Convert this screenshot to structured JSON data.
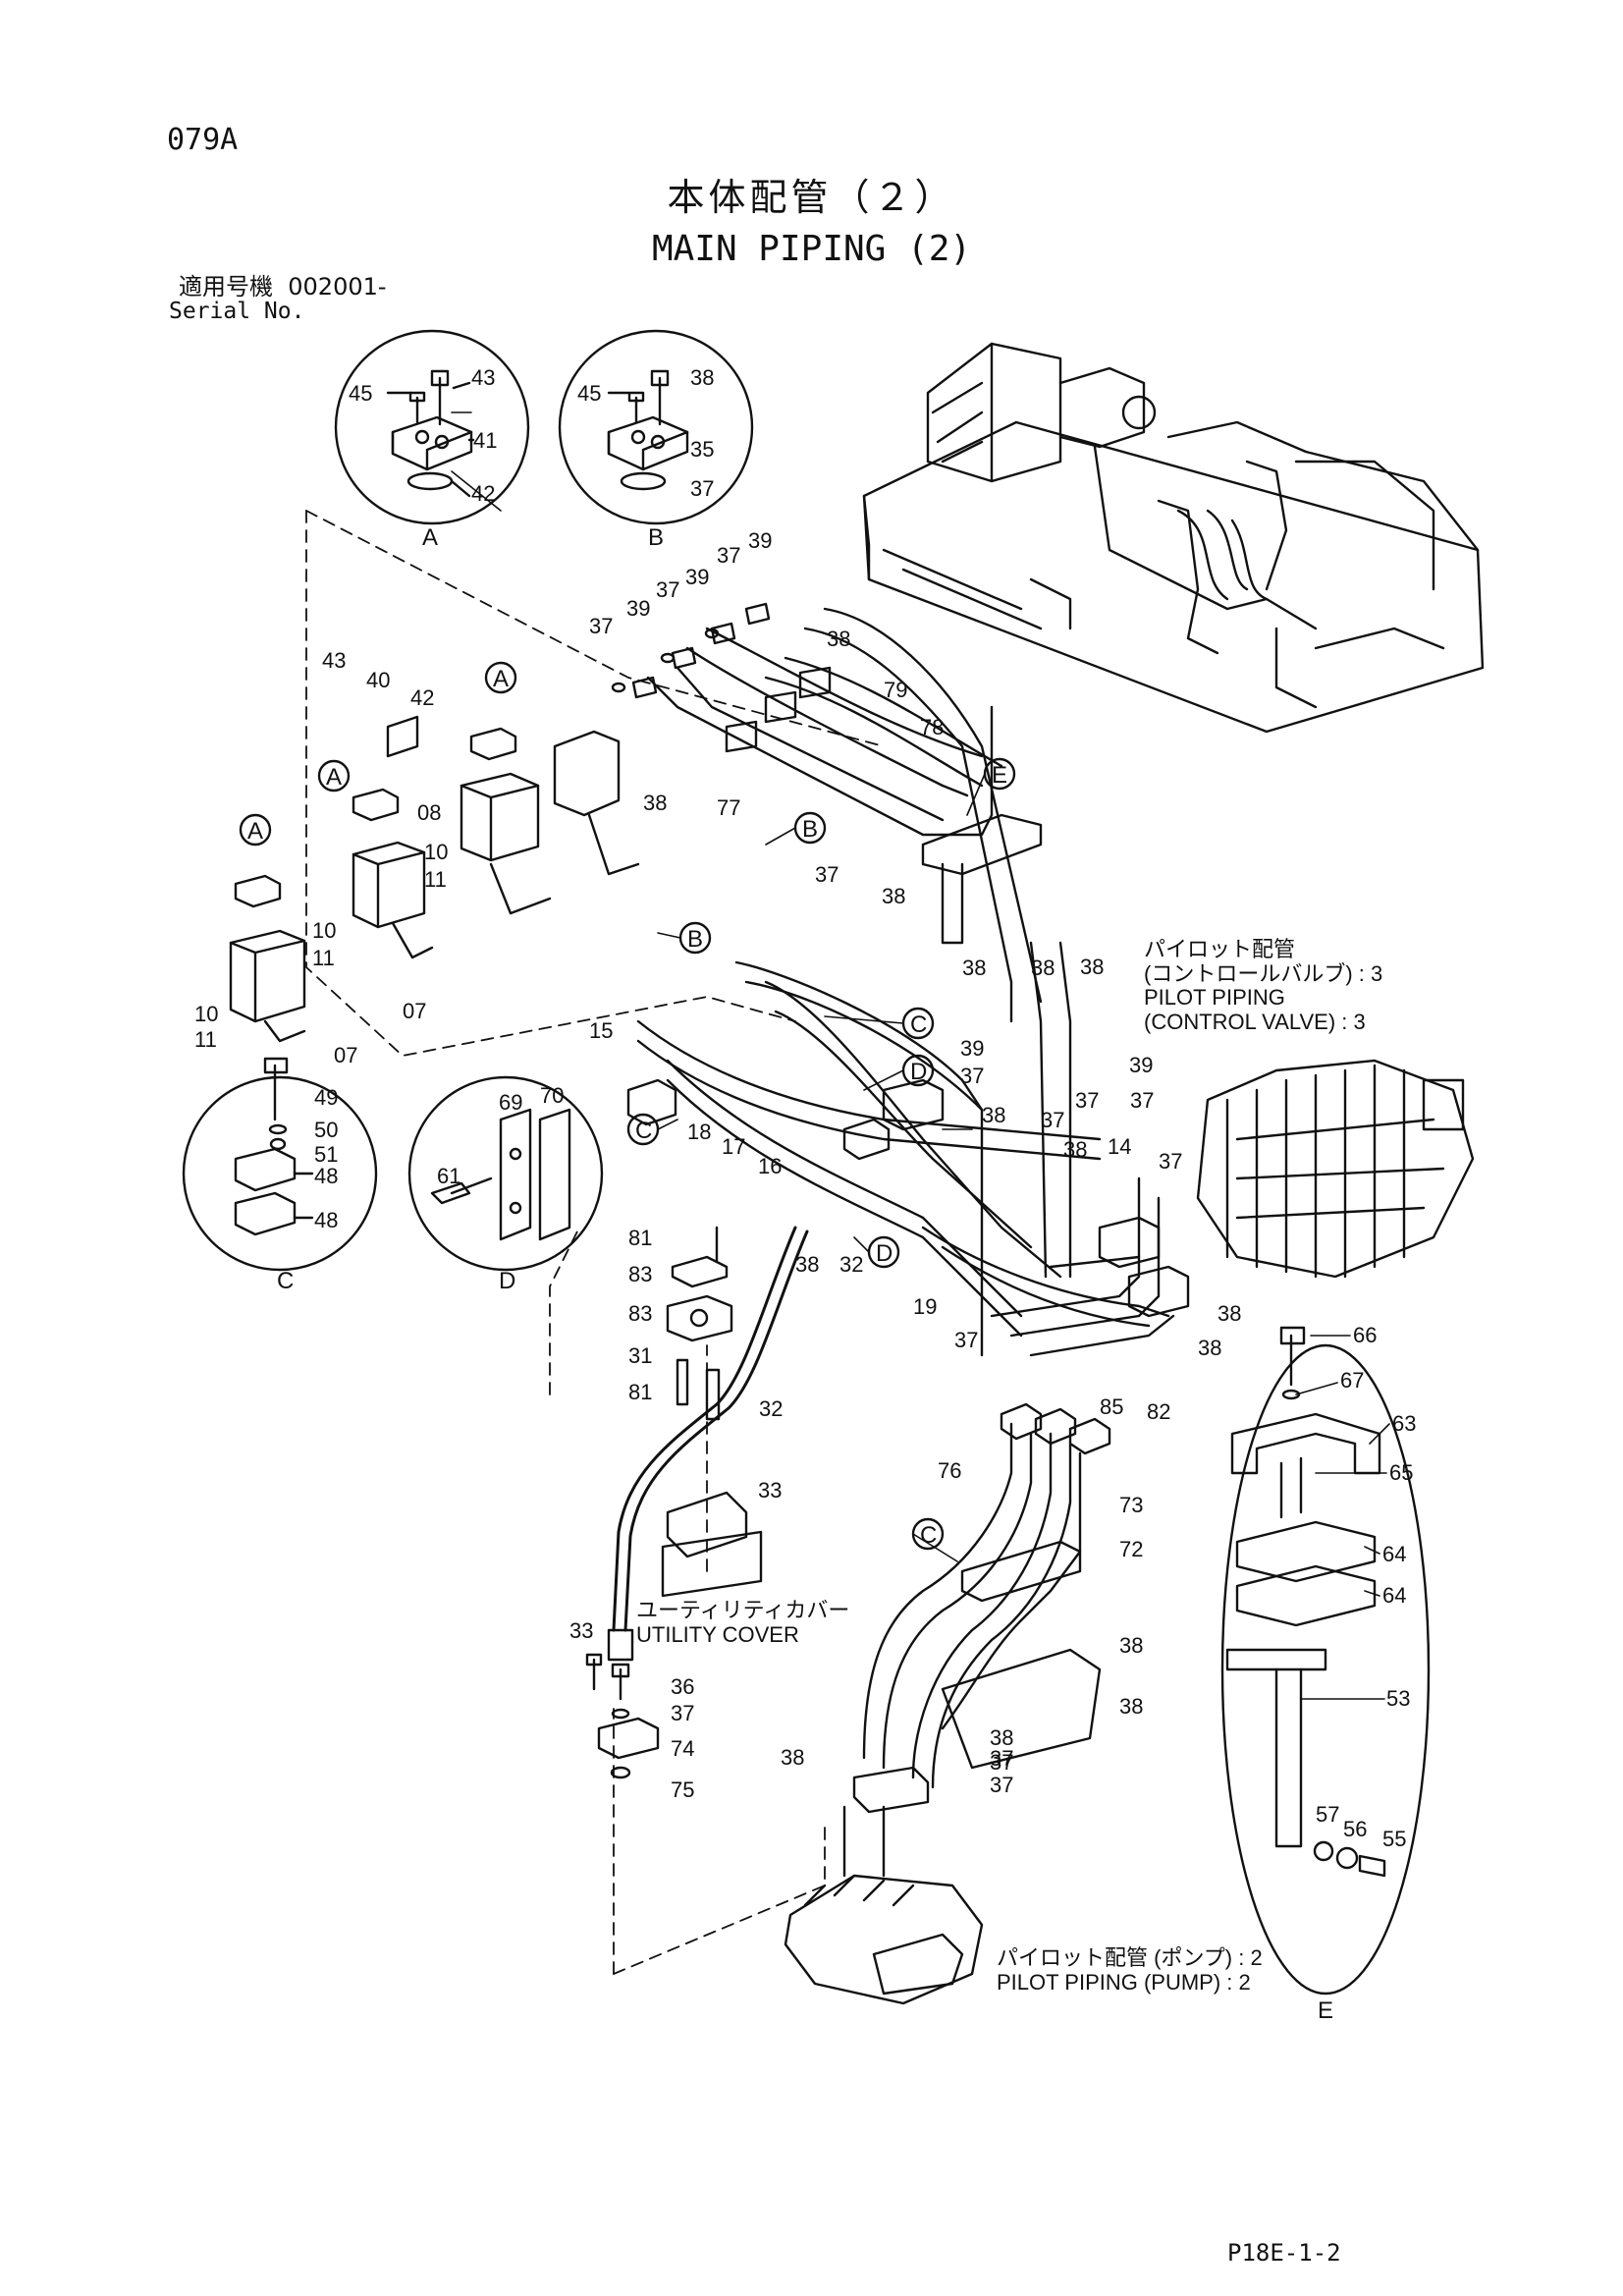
{
  "page": {
    "code": "079A",
    "title_jp": "本体配管（２）",
    "title_en": "MAIN PIPING (2)",
    "serial_label_jp": "適用号機",
    "serial_value": "002001-",
    "serial_label_en": "Serial No.",
    "footer_code": "P18E-1-2"
  },
  "labels": {
    "pilot_cv_jp": "パイロット配管",
    "pilot_cv_jp_sub": "(コントロールバルブ) : 3",
    "pilot_cv_en": "PILOT PIPING",
    "pilot_cv_en_sub": "(CONTROL VALVE) : 3",
    "utility_jp": "ユーティリティカバー",
    "utility_en": "UTILITY COVER",
    "pilot_pump_jp": "パイロット配管 (ポンプ) : 2",
    "pilot_pump_en": "PILOT PIPING (PUMP) : 2"
  },
  "details": {
    "A": {
      "letter": "A",
      "parts": [
        "45",
        "43",
        "41",
        "42"
      ]
    },
    "B": {
      "letter": "B",
      "parts": [
        "45",
        "38",
        "35",
        "37"
      ]
    },
    "C": {
      "letter": "C",
      "parts": [
        "49",
        "50",
        "51",
        "48",
        "48"
      ]
    },
    "D": {
      "letter": "D",
      "parts": [
        "69",
        "70",
        "61"
      ]
    },
    "E": {
      "letter": "E",
      "parts": [
        "66",
        "67",
        "63",
        "65",
        "64",
        "64",
        "53",
        "57",
        "56",
        "55"
      ]
    }
  },
  "callout_letters": [
    "A",
    "A",
    "A",
    "B",
    "B",
    "C",
    "C",
    "C",
    "D",
    "D",
    "E"
  ],
  "reference_numbers": [
    "37",
    "39",
    "37",
    "39",
    "37",
    "39",
    "38",
    "79",
    "78",
    "38",
    "77",
    "43",
    "40",
    "42",
    "08",
    "10",
    "11",
    "10",
    "11",
    "07",
    "10",
    "11",
    "07",
    "37",
    "38",
    "38",
    "38",
    "38",
    "39",
    "37",
    "37",
    "39",
    "37",
    "37",
    "15",
    "18",
    "17",
    "16",
    "38",
    "38",
    "14",
    "19",
    "37",
    "37",
    "38",
    "38",
    "85",
    "82",
    "81",
    "83",
    "83",
    "31",
    "81",
    "32",
    "33",
    "38",
    "32",
    "33",
    "36",
    "37",
    "74",
    "75",
    "76",
    "73",
    "72",
    "38",
    "38",
    "38",
    "37",
    "38",
    "37",
    "37"
  ]
}
